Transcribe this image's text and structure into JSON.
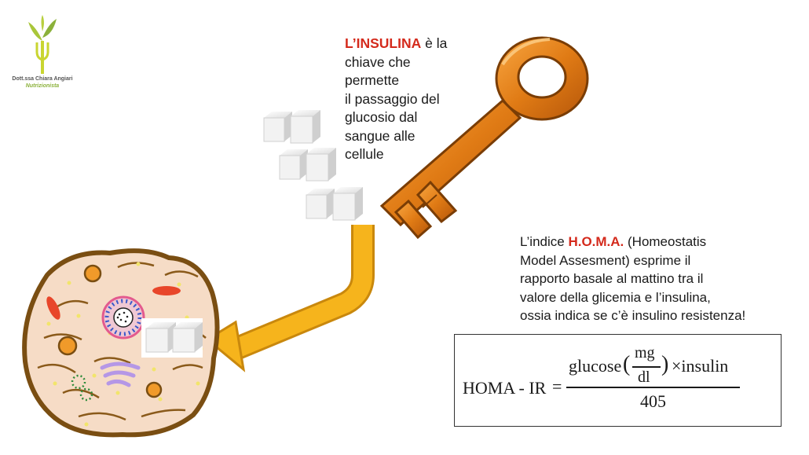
{
  "logo": {
    "name": "Dott.ssa Chiara Angiari",
    "role": "Nutrizionista",
    "icon": "sprout-fork-icon"
  },
  "insulin_text": {
    "highlight": "L’INSULINA",
    "line1_rest": " è la",
    "line2": "chiave che",
    "line3": "permette",
    "line4": "il passaggio del",
    "line5": "glucosio dal",
    "line6": "sangue alle",
    "line7": "cellule"
  },
  "homa_text": {
    "intro": "L’indice ",
    "highlight": "H.O.M.A.",
    "line1_rest": " (Homeostatis",
    "line2": "Model Assesment) esprime il",
    "line3": "rapporto basale al mattino tra il",
    "line4": "valore della glicemia e l’insulina,",
    "line5": "ossia indica se c’è insulino resistenza!"
  },
  "formula": {
    "lhs": "HOMA - IR",
    "equals": "=",
    "numerator_a": "glucose",
    "unit_top": "mg",
    "unit_bottom": "dl",
    "numerator_b": "×insulin",
    "denominator": "405"
  },
  "colors": {
    "highlight_red": "#d42a1c",
    "key_orange": "#e07b15",
    "arrow_yellow": "#f6b41c",
    "cell_border": "#7a4e12",
    "cell_fill": "#f6dcc6",
    "logo_green": "#8bb13a"
  }
}
